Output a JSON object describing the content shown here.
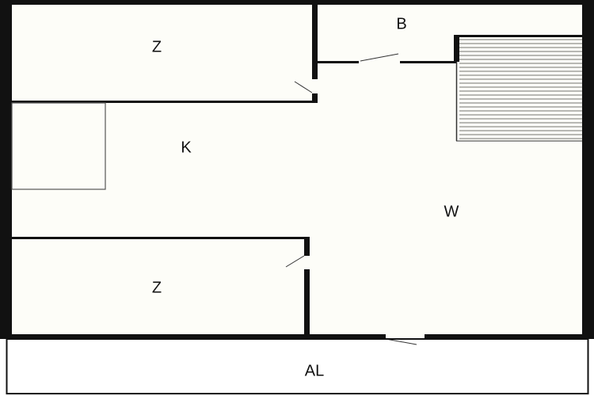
{
  "rooms": {
    "bedroom_top": "Z",
    "bathroom": "B",
    "kitchen": "K",
    "living": "W",
    "bedroom_bottom": "Z",
    "balcony": "AL"
  },
  "colors": {
    "wall": "#111111",
    "floor": "#fdfdf8",
    "balcony_floor": "#ffffff",
    "stair_lines": "#444444"
  }
}
